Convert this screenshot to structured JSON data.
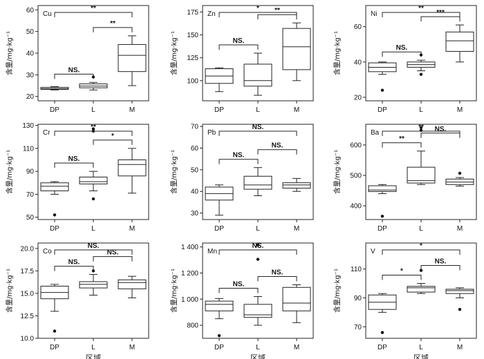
{
  "chart_data": [
    {
      "type": "box",
      "element": "Cu",
      "ylabel": "含量/mg·kg⁻¹",
      "xlabel": "",
      "categories": [
        "DP",
        "L",
        "M"
      ],
      "ylim": [
        18,
        62
      ],
      "yticks": [
        20,
        30,
        40,
        50,
        60
      ],
      "boxes": [
        {
          "min": 23,
          "q1": 23.3,
          "median": 23.6,
          "q3": 24.2,
          "max": 24.5,
          "outliers": []
        },
        {
          "min": 23,
          "q1": 24,
          "median": 24.8,
          "q3": 25.8,
          "max": 26.5,
          "outliers": [
            29
          ]
        },
        {
          "min": 25,
          "q1": 31.5,
          "median": 39,
          "q3": 44,
          "max": 48,
          "outliers": []
        }
      ],
      "brackets": [
        {
          "from": 0,
          "to": 1,
          "label": "NS."
        },
        {
          "from": 1,
          "to": 2,
          "label": "**"
        },
        {
          "from": 0,
          "to": 2,
          "label": "**"
        }
      ]
    },
    {
      "type": "box",
      "element": "Zn",
      "ylabel": "含量/mg·kg⁻¹",
      "xlabel": "",
      "categories": [
        "DP",
        "L",
        "M"
      ],
      "ylim": [
        78,
        182
      ],
      "yticks": [
        100,
        125,
        150,
        175
      ],
      "boxes": [
        {
          "min": 88,
          "q1": 97,
          "median": 105,
          "q3": 113,
          "max": 114,
          "outliers": []
        },
        {
          "min": 84,
          "q1": 94,
          "median": 100,
          "q3": 118,
          "max": 130,
          "outliers": []
        },
        {
          "min": 100,
          "q1": 112,
          "median": 137,
          "q3": 157,
          "max": 163,
          "outliers": []
        }
      ],
      "brackets": [
        {
          "from": 0,
          "to": 1,
          "label": "NS."
        },
        {
          "from": 1,
          "to": 2,
          "label": "**"
        },
        {
          "from": 0,
          "to": 2,
          "label": "*"
        }
      ]
    },
    {
      "type": "box",
      "element": "Ni",
      "ylabel": "含量/mg·kg⁻¹",
      "xlabel": "",
      "categories": [
        "DP",
        "L",
        "M"
      ],
      "ylim": [
        18,
        72
      ],
      "yticks": [
        20,
        40,
        60
      ],
      "boxes": [
        {
          "min": 33,
          "q1": 34.5,
          "median": 37,
          "q3": 39.5,
          "max": 40,
          "outliers": [
            24
          ]
        },
        {
          "min": 35,
          "q1": 37,
          "median": 38.5,
          "q3": 40,
          "max": 41,
          "outliers": [
            44,
            33
          ]
        },
        {
          "min": 40,
          "q1": 46,
          "median": 52,
          "q3": 57,
          "max": 61,
          "outliers": []
        }
      ],
      "brackets": [
        {
          "from": 0,
          "to": 1,
          "label": "NS."
        },
        {
          "from": 1,
          "to": 2,
          "label": "***"
        },
        {
          "from": 0,
          "to": 2,
          "label": "**"
        }
      ]
    },
    {
      "type": "box",
      "element": "Cr",
      "ylabel": "含量/mg·kg⁻¹",
      "xlabel": "",
      "categories": [
        "DP",
        "L",
        "M"
      ],
      "ylim": [
        48,
        131
      ],
      "yticks": [
        50,
        70,
        90,
        110,
        130
      ],
      "boxes": [
        {
          "min": 70,
          "q1": 73,
          "median": 77,
          "q3": 80,
          "max": 81,
          "outliers": [
            52
          ]
        },
        {
          "min": 73,
          "q1": 79,
          "median": 81,
          "q3": 85,
          "max": 90,
          "outliers": [
            127,
            125,
            66
          ]
        },
        {
          "min": 71,
          "q1": 86,
          "median": 96,
          "q3": 100,
          "max": 110,
          "outliers": []
        }
      ],
      "brackets": [
        {
          "from": 0,
          "to": 1,
          "label": "NS."
        },
        {
          "from": 1,
          "to": 2,
          "label": "*"
        },
        {
          "from": 0,
          "to": 2,
          "label": "**"
        }
      ]
    },
    {
      "type": "box",
      "element": "Pb",
      "ylabel": "含量/mg·kg⁻¹",
      "xlabel": "",
      "categories": [
        "DP",
        "L",
        "M"
      ],
      "ylim": [
        27,
        71
      ],
      "yticks": [
        30,
        40,
        50,
        60,
        70
      ],
      "boxes": [
        {
          "min": 29,
          "q1": 36,
          "median": 39,
          "q3": 42,
          "max": 43,
          "outliers": []
        },
        {
          "min": 38,
          "q1": 41,
          "median": 43,
          "q3": 47,
          "max": 51,
          "outliers": []
        },
        {
          "min": 40,
          "q1": 41.5,
          "median": 43,
          "q3": 44,
          "max": 46,
          "outliers": []
        }
      ],
      "brackets": [
        {
          "from": 0,
          "to": 1,
          "label": "NS."
        },
        {
          "from": 1,
          "to": 2,
          "label": "NS."
        },
        {
          "from": 0,
          "to": 2,
          "label": "NS."
        }
      ]
    },
    {
      "type": "box",
      "element": "Ba",
      "ylabel": "含量/mg·kg⁻¹",
      "xlabel": "",
      "categories": [
        "DP",
        "L",
        "M"
      ],
      "ylim": [
        355,
        668
      ],
      "yticks": [
        400,
        500,
        600
      ],
      "boxes": [
        {
          "min": 440,
          "q1": 447,
          "median": 452,
          "q3": 466,
          "max": 470,
          "outliers": [
            366
          ]
        },
        {
          "min": 470,
          "q1": 475,
          "median": 483,
          "q3": 527,
          "max": 580,
          "outliers": [
            657,
            648
          ]
        },
        {
          "min": 465,
          "q1": 470,
          "median": 478,
          "q3": 488,
          "max": 493,
          "outliers": [
            507
          ]
        }
      ],
      "brackets": [
        {
          "from": 0,
          "to": 1,
          "label": "**"
        },
        {
          "from": 1,
          "to": 2,
          "label": "NS."
        },
        {
          "from": 0,
          "to": 2,
          "label": "**"
        }
      ]
    },
    {
      "type": "box",
      "element": "Co",
      "ylabel": "含量/mg·kg⁻¹",
      "xlabel": "区域",
      "categories": [
        "DP",
        "L",
        "M"
      ],
      "ylim": [
        10,
        20.6
      ],
      "yticks": [
        10.0,
        12.5,
        15.0,
        17.5,
        20.0
      ],
      "boxes": [
        {
          "min": 13,
          "q1": 14.4,
          "median": 15.1,
          "q3": 15.8,
          "max": 16,
          "outliers": [
            10.8
          ]
        },
        {
          "min": 14.8,
          "q1": 15.6,
          "median": 16,
          "q3": 16.3,
          "max": 17.1,
          "outliers": [
            17.5
          ]
        },
        {
          "min": 14.5,
          "q1": 15.5,
          "median": 16.2,
          "q3": 16.5,
          "max": 16.9,
          "outliers": []
        }
      ],
      "brackets": [
        {
          "from": 0,
          "to": 1,
          "label": "NS."
        },
        {
          "from": 1,
          "to": 2,
          "label": "NS."
        },
        {
          "from": 0,
          "to": 2,
          "label": "NS."
        }
      ]
    },
    {
      "type": "box",
      "element": "Mn",
      "ylabel": "含量/mg·kg⁻¹",
      "xlabel": "区域",
      "categories": [
        "DP",
        "L",
        "M"
      ],
      "ylim": [
        700,
        1430
      ],
      "yticks": [
        800,
        1000,
        1200,
        1400
      ],
      "boxes": [
        {
          "min": 850,
          "q1": 910,
          "median": 960,
          "q3": 985,
          "max": 1005,
          "outliers": [
            720
          ]
        },
        {
          "min": 800,
          "q1": 860,
          "median": 880,
          "q3": 960,
          "max": 1020,
          "outliers": [
            1415,
            1305
          ]
        },
        {
          "min": 820,
          "q1": 910,
          "median": 970,
          "q3": 1090,
          "max": 1110,
          "outliers": []
        }
      ],
      "brackets": [
        {
          "from": 0,
          "to": 1,
          "label": "NS."
        },
        {
          "from": 1,
          "to": 2,
          "label": "NS."
        },
        {
          "from": 0,
          "to": 2,
          "label": "NS."
        }
      ]
    },
    {
      "type": "box",
      "element": "V",
      "ylabel": "含量/mg·kg⁻¹",
      "xlabel": "区域",
      "categories": [
        "DP",
        "L",
        "M"
      ],
      "ylim": [
        62,
        128
      ],
      "yticks": [
        70,
        90,
        110
      ],
      "boxes": [
        {
          "min": 80,
          "q1": 82,
          "median": 87,
          "q3": 92,
          "max": 93,
          "outliers": [
            66
          ]
        },
        {
          "min": 93,
          "q1": 94,
          "median": 97,
          "q3": 98,
          "max": 100,
          "outliers": [
            109
          ]
        },
        {
          "min": 90,
          "q1": 93,
          "median": 95,
          "q3": 96,
          "max": 97,
          "outliers": [
            82
          ]
        }
      ],
      "brackets": [
        {
          "from": 0,
          "to": 1,
          "label": "*"
        },
        {
          "from": 1,
          "to": 2,
          "label": "NS."
        },
        {
          "from": 0,
          "to": 2,
          "label": "*"
        }
      ]
    }
  ]
}
